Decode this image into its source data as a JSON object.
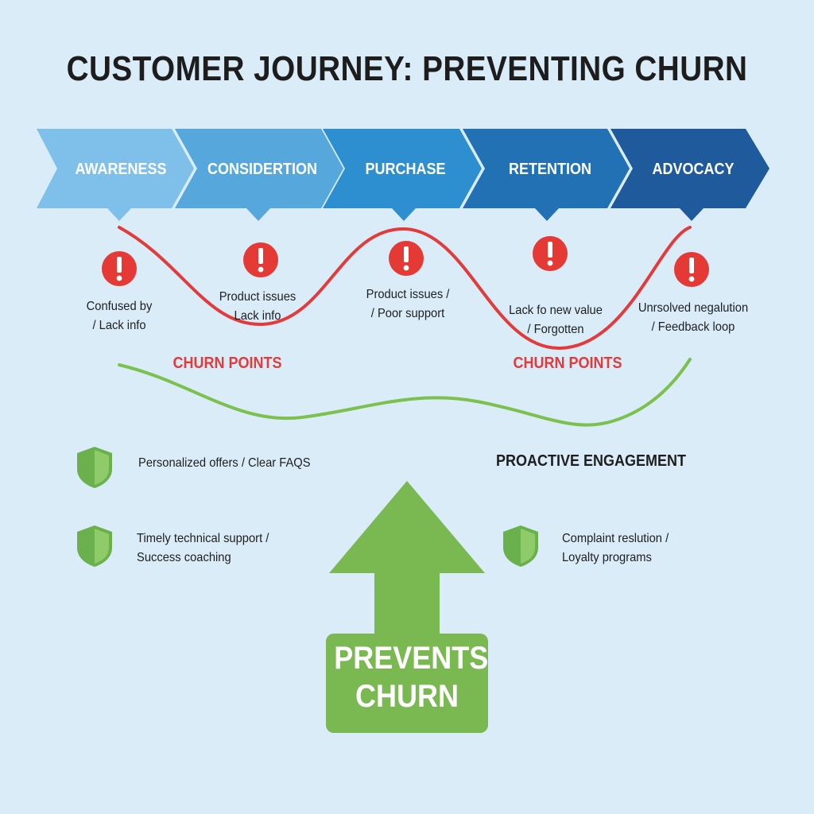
{
  "title": "CUSTOMER JOURNEY: PREVENTING CHURN",
  "stages": [
    {
      "label": "AWARENESS",
      "color": "#7ec0ea"
    },
    {
      "label": "CONSIDERTION",
      "color": "#56a7dc"
    },
    {
      "label": "PURCHASE",
      "color": "#2e8fd0"
    },
    {
      "label": "RETENTION",
      "color": "#2371b5"
    },
    {
      "label": "ADVOCACY",
      "color": "#1f5a9c"
    }
  ],
  "pain_points": [
    {
      "line1": "Confused by",
      "line2": "/ Lack info"
    },
    {
      "line1": "Product issues",
      "line2": "Lack info"
    },
    {
      "line1": "Product issues /",
      "line2": "/ Poor support"
    },
    {
      "line1": "Lack fo new value",
      "line2": "/ Forgotten"
    },
    {
      "line1": "Unrsolved negalution",
      "line2": "/ Feedback loop"
    }
  ],
  "churn_labels": [
    "CHURN POINTS",
    "CHURN POINTS"
  ],
  "proactive_label": "PROACTIVE ENGAGEMENT",
  "solutions": [
    {
      "line1": "Personalized offers / Clear FAQS",
      "line2": ""
    },
    {
      "line1": "Timely technical support /",
      "line2": "Success coaching"
    },
    {
      "line1": "Complaint reslution /",
      "line2": "Loyalty programs"
    }
  ],
  "prevents": {
    "line1": "PREVENTS",
    "line2": "CHURN"
  },
  "colors": {
    "background": "#d9ecf8",
    "churn_red": "#e23b3b",
    "alert_red": "#e53935",
    "engagement_green": "#7cc04e",
    "shield_green": "#6ab04c",
    "arrow_green": "#7ab851"
  },
  "icons": {
    "alert": "exclamation-icon",
    "shield": "shield-icon",
    "arrow": "up-arrow-icon"
  }
}
